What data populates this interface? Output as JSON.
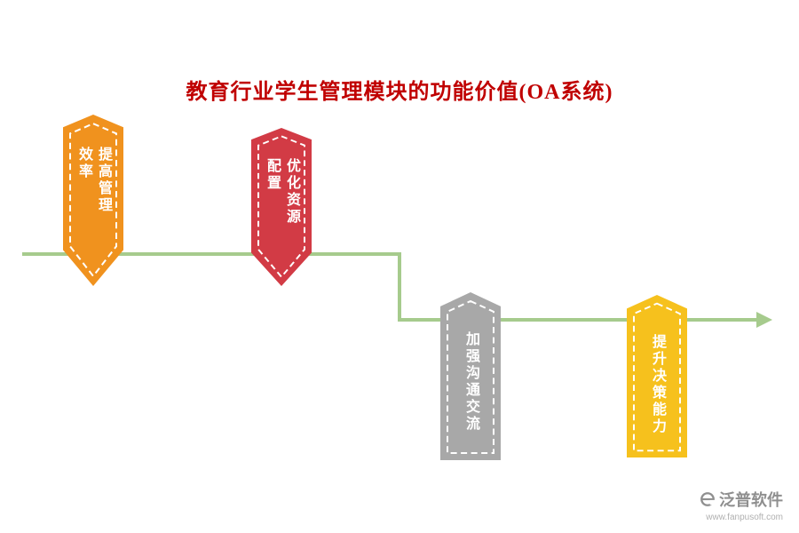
{
  "title": "教育行业学生管理模块的功能价值(OA系统)",
  "title_color": "#C00000",
  "flow": {
    "line_color": "#A6CB8D"
  },
  "banners": [
    {
      "label": "提高管理效率",
      "line1": "提高管理",
      "line2": "效率",
      "color": "#F0921E"
    },
    {
      "label": "优化资源配置",
      "line1": "优化资源",
      "line2": "配置",
      "color": "#D23B45"
    },
    {
      "label": "加强沟通交流",
      "line1": "加强沟通交流",
      "line2": "",
      "color": "#A8A8A8"
    },
    {
      "label": "提升决策能力",
      "line1": "提升决策能力",
      "line2": "",
      "color": "#F6C11D"
    }
  ],
  "watermark": {
    "brand": "泛普软件",
    "url": "www.fanpusoft.com"
  }
}
